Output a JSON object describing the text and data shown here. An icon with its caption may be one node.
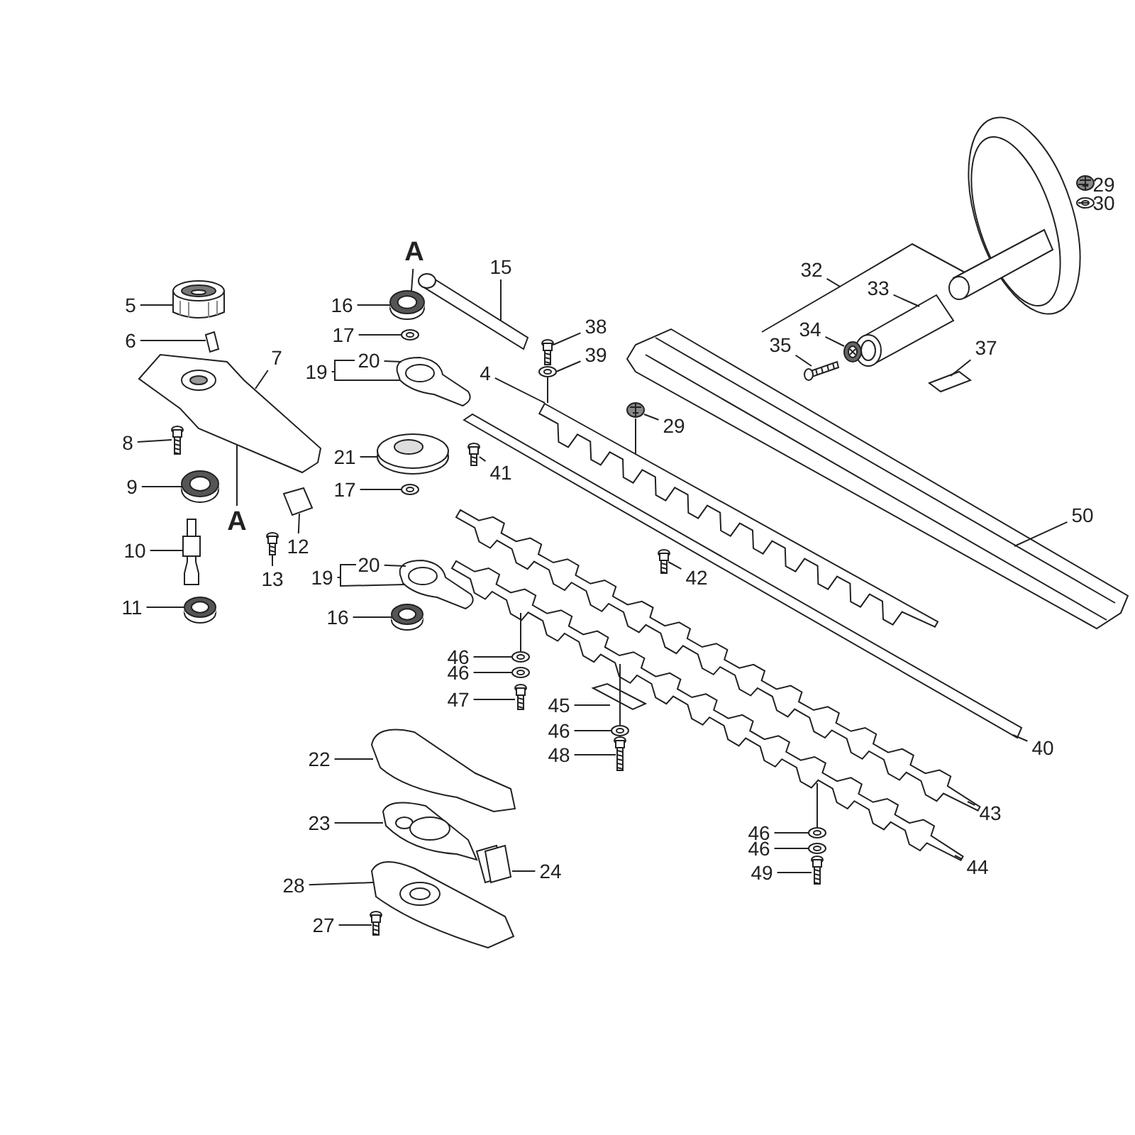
{
  "diagram": {
    "nodes": [
      {
        "text": [
          "29"
        ]
      },
      {
        "text": [
          "30"
        ]
      },
      {
        "text": [
          "A"
        ]
      },
      {
        "text": [
          "15"
        ]
      },
      {
        "text": [
          "32"
        ]
      },
      {
        "text": [
          "33"
        ]
      },
      {
        "text": [
          "5"
        ]
      },
      {
        "text": [
          "16"
        ]
      },
      {
        "text": [
          "38"
        ]
      },
      {
        "text": [
          "34"
        ]
      },
      {
        "text": [
          "17"
        ]
      },
      {
        "text": [
          "6"
        ]
      },
      {
        "text": [
          "35"
        ]
      },
      {
        "text": [
          "37"
        ]
      },
      {
        "text": [
          "39"
        ]
      },
      {
        "text": [
          "7"
        ]
      },
      {
        "text": [
          "20"
        ]
      },
      {
        "text": [
          "19"
        ]
      },
      {
        "text": [
          "4"
        ]
      },
      {
        "text": [
          "29"
        ]
      },
      {
        "text": [
          "8"
        ]
      },
      {
        "text": [
          "21"
        ]
      },
      {
        "text": [
          "41"
        ]
      },
      {
        "text": [
          "9"
        ]
      },
      {
        "text": [
          "17"
        ]
      },
      {
        "text": [
          "50"
        ]
      },
      {
        "text": [
          "A"
        ]
      },
      {
        "text": [
          "12"
        ]
      },
      {
        "text": [
          "10"
        ]
      },
      {
        "text": [
          "20"
        ]
      },
      {
        "text": [
          "42"
        ]
      },
      {
        "text": [
          "19"
        ]
      },
      {
        "text": [
          "13"
        ]
      },
      {
        "text": [
          "11"
        ]
      },
      {
        "text": [
          "16"
        ]
      },
      {
        "text": [
          "46"
        ]
      },
      {
        "text": [
          "46"
        ]
      },
      {
        "text": [
          "47"
        ]
      },
      {
        "text": [
          "45"
        ]
      },
      {
        "text": [
          "46"
        ]
      },
      {
        "text": [
          "40"
        ]
      },
      {
        "text": [
          "48"
        ]
      },
      {
        "text": [
          "22"
        ]
      },
      {
        "text": [
          "43"
        ]
      },
      {
        "text": [
          "23"
        ]
      },
      {
        "text": [
          "46"
        ]
      },
      {
        "text": [
          "46"
        ]
      },
      {
        "text": [
          "44"
        ]
      },
      {
        "text": [
          "24"
        ]
      },
      {
        "text": [
          "49"
        ]
      },
      {
        "text": [
          "28"
        ]
      },
      {
        "text": [
          "27"
        ]
      },
      {
        "text": [],
        "shape": "picture"
      },
      {
        "text": [],
        "shape": "picture"
      },
      {
        "text": [],
        "shape": "picture"
      },
      {
        "text": [],
        "shape": "picture"
      },
      {
        "text": [],
        "shape": "picture"
      },
      {
        "text": [],
        "shape": "picture"
      },
      {
        "text": [],
        "shape": "picture"
      },
      {
        "text": [],
        "shape": "picture"
      },
      {
        "text": [],
        "shape": "picture"
      },
      {
        "text": [],
        "shape": "picture"
      },
      {
        "text": [],
        "shape": "picture"
      },
      {
        "text": [],
        "shape": "picture"
      },
      {
        "text": [],
        "shape": "picture"
      },
      {
        "text": [],
        "shape": "picture"
      },
      {
        "text": [],
        "shape": "picture"
      },
      {
        "text": [],
        "shape": "picture"
      },
      {
        "text": [],
        "shape": "picture"
      },
      {
        "text": [],
        "shape": "picture"
      },
      {
        "text": [],
        "shape": "picture"
      },
      {
        "text": [],
        "shape": "picture"
      },
      {
        "text": [],
        "shape": "picture"
      },
      {
        "text": [],
        "shape": "picture"
      },
      {
        "text": [],
        "shape": "picture"
      },
      {
        "text": [],
        "shape": "picture"
      },
      {
        "text": [],
        "shape": "picture"
      },
      {
        "text": [],
        "shape": "picture"
      },
      {
        "text": [],
        "shape": "picture"
      },
      {
        "text": [],
        "shape": "picture"
      },
      {
        "text": [],
        "shape": "picture"
      },
      {
        "text": [],
        "shape": "picture"
      },
      {
        "text": [],
        "shape": "picture"
      },
      {
        "text": [],
        "shape": "picture"
      },
      {
        "text": [],
        "shape": "picture"
      },
      {
        "text": [],
        "shape": "picture"
      },
      {
        "text": [],
        "shape": "picture"
      },
      {
        "text": [],
        "shape": "picture"
      },
      {
        "text": [],
        "shape": "picture"
      },
      {
        "text": [],
        "shape": "picture"
      },
      {
        "text": [],
        "shape": "picture"
      },
      {
        "text": [],
        "shape": "picture"
      },
      {
        "text": [],
        "shape": "picture"
      },
      {
        "text": [],
        "shape": "picture"
      },
      {
        "text": [],
        "shape": "picture"
      },
      {
        "text": [],
        "shape": "picture"
      },
      {
        "text": [],
        "shape": "picture"
      },
      {
        "text": [],
        "shape": "picture"
      },
      {
        "text": [],
        "shape": "picture"
      },
      {
        "text": [],
        "shape": "picture"
      }
    ],
    "edges": [
      {
        "from": 0,
        "to": 52,
        "arrow": "none"
      },
      {
        "from": 1,
        "to": 53,
        "arrow": "none"
      },
      {
        "from": 2,
        "to": 58,
        "arrow": "none"
      },
      {
        "from": 3,
        "to": 55,
        "arrow": "none"
      },
      {
        "from": 4,
        "to": 54,
        "arrow": "none"
      },
      {
        "from": 5,
        "to": 56,
        "arrow": "none"
      },
      {
        "from": 6,
        "to": 57,
        "arrow": "none"
      },
      {
        "from": 7,
        "to": 58,
        "arrow": "none"
      },
      {
        "from": 8,
        "to": 59,
        "arrow": "none"
      },
      {
        "from": 9,
        "to": 60,
        "arrow": "none"
      },
      {
        "from": 10,
        "to": 61,
        "arrow": "none"
      },
      {
        "from": 11,
        "to": 62,
        "arrow": "none"
      },
      {
        "from": 12,
        "to": 63,
        "arrow": "none"
      },
      {
        "from": 13,
        "to": 64,
        "arrow": "none"
      },
      {
        "from": 14,
        "to": 65,
        "arrow": "none"
      },
      {
        "from": 15,
        "to": 66,
        "arrow": "none"
      },
      {
        "from": 16,
        "to": 67,
        "arrow": "none"
      },
      {
        "from": 17,
        "to": 67,
        "arrow": "none"
      },
      {
        "from": 18,
        "to": 68,
        "arrow": "none"
      },
      {
        "from": 19,
        "to": 69,
        "arrow": "none"
      },
      {
        "from": 20,
        "to": 70,
        "arrow": "none"
      },
      {
        "from": 21,
        "to": 71,
        "arrow": "none"
      },
      {
        "from": 22,
        "to": 72,
        "arrow": "none"
      },
      {
        "from": 23,
        "to": 73,
        "arrow": "none"
      },
      {
        "from": 24,
        "to": 74,
        "arrow": "none"
      },
      {
        "from": 25,
        "to": 75,
        "arrow": "none"
      },
      {
        "from": 26,
        "to": 66,
        "arrow": "none"
      },
      {
        "from": 27,
        "to": 76,
        "arrow": "none"
      },
      {
        "from": 28,
        "to": 77,
        "arrow": "none"
      },
      {
        "from": 29,
        "to": 78,
        "arrow": "none"
      },
      {
        "from": 30,
        "to": 79,
        "arrow": "none"
      },
      {
        "from": 31,
        "to": 78,
        "arrow": "none"
      },
      {
        "from": 32,
        "to": 80,
        "arrow": "none"
      },
      {
        "from": 33,
        "to": 81,
        "arrow": "none"
      },
      {
        "from": 34,
        "to": 82,
        "arrow": "none"
      },
      {
        "from": 35,
        "to": 83,
        "arrow": "none"
      },
      {
        "from": 36,
        "to": 84,
        "arrow": "none"
      },
      {
        "from": 37,
        "to": 85,
        "arrow": "none"
      },
      {
        "from": 38,
        "to": 86,
        "arrow": "none"
      },
      {
        "from": 39,
        "to": 87,
        "arrow": "none"
      },
      {
        "from": 40,
        "to": 88,
        "arrow": "none"
      },
      {
        "from": 41,
        "to": 89,
        "arrow": "none"
      },
      {
        "from": 42,
        "to": 90,
        "arrow": "none"
      },
      {
        "from": 43,
        "to": 91,
        "arrow": "none"
      },
      {
        "from": 44,
        "to": 92,
        "arrow": "none"
      },
      {
        "from": 45,
        "to": 93,
        "arrow": "none"
      },
      {
        "from": 46,
        "to": 94,
        "arrow": "none"
      },
      {
        "from": 47,
        "to": 95,
        "arrow": "none"
      },
      {
        "from": 48,
        "to": 96,
        "arrow": "none"
      },
      {
        "from": 49,
        "to": 97,
        "arrow": "none"
      },
      {
        "from": 50,
        "to": 98,
        "arrow": "none"
      },
      {
        "from": 51,
        "to": 99,
        "arrow": "none"
      },
      {
        "from": 65,
        "to": 68,
        "arrow": "none"
      },
      {
        "from": 69,
        "to": 68,
        "arrow": "none"
      },
      {
        "from": 83,
        "to": 95,
        "arrow": "none"
      },
      {
        "from": 87,
        "to": 95,
        "arrow": "none"
      },
      {
        "from": 93,
        "to": 95,
        "arrow": "none"
      }
    ]
  }
}
